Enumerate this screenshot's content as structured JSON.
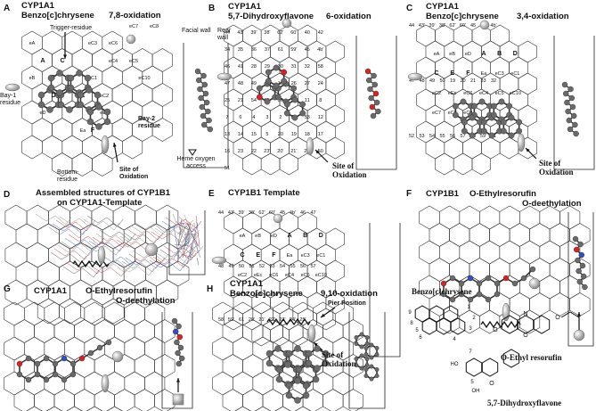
{
  "panels": {
    "A": {
      "letter": "A",
      "line1": "CYP1A1",
      "line2": "Benzo[c]chrysene",
      "right": "7,8-oxidation",
      "labels": {
        "trigger": "Trigger-residue",
        "facial": "Facial wall",
        "rear": "Rear wall",
        "bay1": "Bay-1 residue",
        "bay2": "Bay-2 residue",
        "bottom": "Bottom- residue",
        "heme": "Heme oxygen access",
        "site": "Site of Oxidation"
      },
      "rings": [
        "eA",
        "eB",
        "eD",
        "A",
        "B",
        "D",
        "C",
        "E",
        "Ea",
        "eC3",
        "eC1",
        "eC2",
        "eEc",
        "eC6",
        "eC4",
        "eC5",
        "eC10",
        "eC7",
        "eC8",
        "F"
      ]
    },
    "B": {
      "letter": "B",
      "line1": "CYP1A1",
      "line2": "5,7-Dihydroxyflavone",
      "right": "6-oxidation",
      "site": "Site of Oxidation",
      "nums": [
        "44",
        "43'",
        "39'",
        "38'",
        "62'",
        "60'",
        "40",
        "42",
        "34",
        "35",
        "36",
        "37",
        "61",
        "59'",
        "45",
        "4b'",
        "46",
        "41",
        "28",
        "29",
        "30",
        "31",
        "32",
        "58",
        "47",
        "48",
        "49",
        "9",
        "10",
        "26",
        "27",
        "24",
        "25",
        "21",
        "54",
        "55",
        "56",
        "57",
        "11",
        "8",
        "7",
        "6",
        "4",
        "3",
        "2",
        "52",
        "53",
        "12",
        "13",
        "14",
        "15",
        "5",
        "20",
        "19",
        "18",
        "17",
        "16",
        "23",
        "22",
        "23'",
        "20'",
        "21'",
        "22'",
        "50",
        "51"
      ]
    },
    "C": {
      "letter": "C",
      "line1": "CYP1A1",
      "line2": "Benzo[c]chrysene",
      "right": "3,4-oxidation",
      "site": "Site of Oxidation",
      "nums": [
        "44",
        "43'",
        "39'",
        "38'",
        "62'",
        "60'",
        "45",
        "46",
        "4b'",
        "47",
        "48",
        "49",
        "50",
        "19",
        "20",
        "21",
        "33",
        "32",
        "52",
        "53",
        "54",
        "55",
        "56",
        "57",
        "58",
        "59'",
        "61"
      ],
      "rings": [
        "eA",
        "eB",
        "eD",
        "A",
        "B",
        "D",
        "C",
        "E",
        "F",
        "Ea",
        "eC3",
        "eC1",
        "eC2",
        "eEc",
        "eC6",
        "eC4",
        "eC5",
        "eC10",
        "eC7",
        "eC8",
        "eC9"
      ]
    },
    "D": {
      "letter": "D",
      "line1": "Assembled structures of CYP1B1",
      "line2": "on CYP1A1-Template"
    },
    "E": {
      "letter": "E",
      "line1": "CYP1B1 Template",
      "pier": "Pier Position",
      "site": "Site of Oxidation",
      "nums": [
        "44",
        "43'",
        "39'",
        "38'",
        "62'",
        "60'",
        "45",
        "4b'",
        "46",
        "47",
        "48",
        "49",
        "50",
        "51",
        "52",
        "53",
        "54",
        "55",
        "56",
        "57",
        "58",
        "59'",
        "61",
        "20'",
        "21'",
        "22'",
        "23'",
        "24'",
        "25'"
      ],
      "rings": [
        "eA",
        "eB",
        "eD",
        "A",
        "B",
        "D",
        "C",
        "E",
        "F",
        "Ea",
        "eC3",
        "eC1",
        "eC2",
        "eEc",
        "eC6",
        "eC4",
        "eC5",
        "eC10",
        "eC7",
        "eC8",
        "eC9"
      ]
    },
    "F": {
      "letter": "F",
      "line1": "CYP1B1",
      "line2": "O-Ethylresorufin",
      "line3": "O-deethylation"
    },
    "G": {
      "letter": "G",
      "line1": "CYP1A1",
      "line2": "O-Ethylresorufin",
      "line3": "O-deethylation"
    },
    "H": {
      "letter": "H",
      "line1": "CYP1A1",
      "line2": "Benzo[c]chrysene",
      "right": "9,10-oxidation"
    }
  },
  "legend": {
    "bcc": "Benzo[c]chrysene",
    "bcc_nums": [
      "1",
      "2",
      "3",
      "4",
      "5",
      "6",
      "9",
      "8"
    ],
    "oer": "O-Ethyl resorufin",
    "dhf": "5,7-Dihydroxyflavone",
    "dhf_nums": [
      "HO",
      "7",
      "5",
      "OH"
    ],
    "atoms": {
      "O": "O",
      "N": "N"
    }
  },
  "colors": {
    "ink": "#222222",
    "atom": "#6a6a6a",
    "oxygen": "#e02020",
    "nitrogen": "#3050c8",
    "sphere": "#bdbdbd",
    "grid": "#333333"
  }
}
